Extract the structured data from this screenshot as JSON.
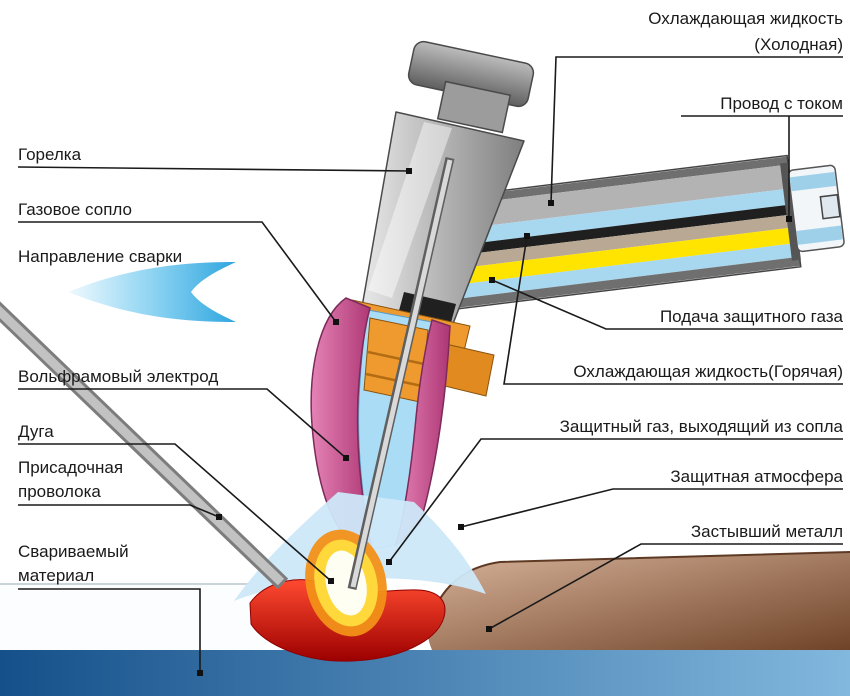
{
  "labels": {
    "cooling_cold_line1": "Охлаждающая жидкость",
    "cooling_cold_line2": "(Холодная)",
    "current_wire": "Провод с током",
    "torch": "Горелка",
    "gas_nozzle": "Газовое сопло",
    "weld_direction": "Направление сварки",
    "gas_supply": "Подача защитного газа",
    "cooling_hot": "Охлаждающая жидкость(Горячая)",
    "tungsten_electrode": "Вольфрамовый электрод",
    "arc": "Дуга",
    "gas_from_nozzle": "Защитный газ, выходящий из сопла",
    "filler_wire_line1": "Присадочная",
    "filler_wire_line2": "проволока",
    "protective_atmosphere": "Защитная атмосфера",
    "base_material_line1": "Свариваемый",
    "base_material_line2": "материал",
    "solidified_metal": "Застывший металл"
  },
  "colors": {
    "nozzle_pink": "#c9508e",
    "collet_orange": "#ef9a2e",
    "coolant_blue": "#a8d8f0",
    "gas_yellow": "#ffe400",
    "arrow_blue": "#2ea6df",
    "molten_red": "#d81010",
    "metal_brown": "#8a5a3c",
    "bottom_bar_blue": "#2a6da8"
  }
}
